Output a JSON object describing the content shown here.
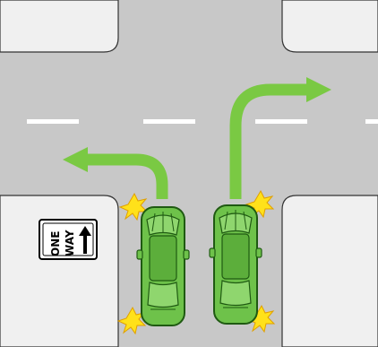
{
  "scene": {
    "road_color": "#c8c8c8",
    "sidewalk_color": "#f0f0f0",
    "lane_marking_color": "#ffffff",
    "arrow_color": "#7ac943",
    "car_color": "#6ec24a",
    "flash_color": "#ffe11a"
  },
  "sign": {
    "line1": "ONE",
    "line2": "WAY",
    "arrow_icon": "up-arrow-icon"
  },
  "cars": [
    {
      "id": "left-car",
      "signal": "left-turn",
      "arrow_icon": "left-turn-arrow-icon"
    },
    {
      "id": "right-car",
      "signal": "right-turn",
      "arrow_icon": "right-turn-arrow-icon"
    }
  ]
}
